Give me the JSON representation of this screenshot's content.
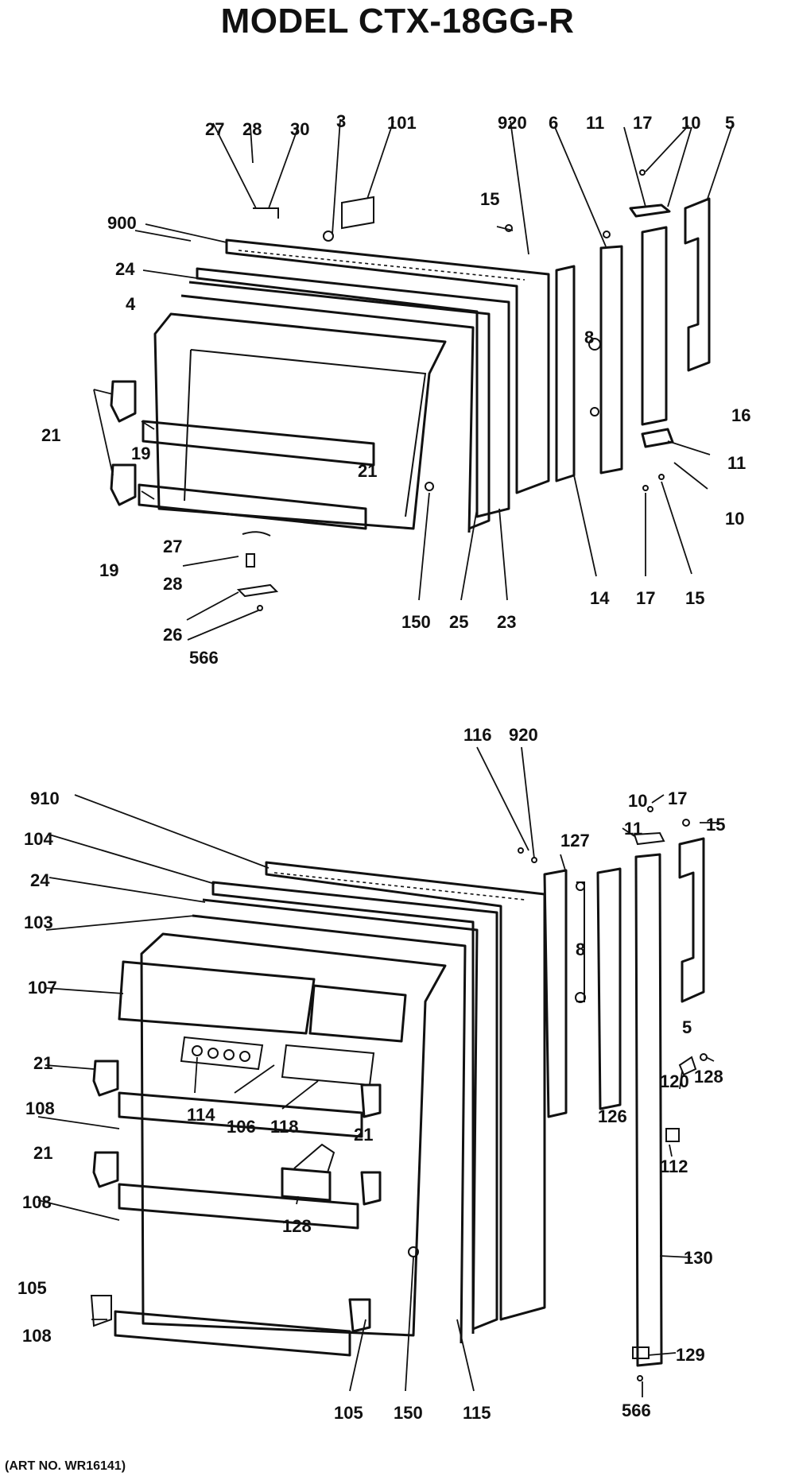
{
  "title": "MODEL CTX-18GG-R",
  "art_number": "(ART NO. WR16141)",
  "freezer_door_labels": [
    "27",
    "28",
    "30",
    "3",
    "101",
    "920",
    "6",
    "11",
    "17",
    "10",
    "5",
    "15",
    "900",
    "24",
    "4",
    "8",
    "16",
    "21",
    "19",
    "21",
    "11",
    "10",
    "27",
    "19",
    "28",
    "26",
    "566",
    "150",
    "25",
    "23",
    "14",
    "17",
    "15"
  ],
  "fresh_food_door_labels": [
    "116",
    "920",
    "910",
    "10",
    "17",
    "104",
    "11",
    "15",
    "127",
    "24",
    "103",
    "107",
    "8",
    "5",
    "21",
    "120",
    "128",
    "108",
    "114",
    "106",
    "118",
    "126",
    "21",
    "112",
    "21",
    "128",
    "108",
    "130",
    "105",
    "108",
    "105",
    "150",
    "115",
    "129",
    "566"
  ]
}
